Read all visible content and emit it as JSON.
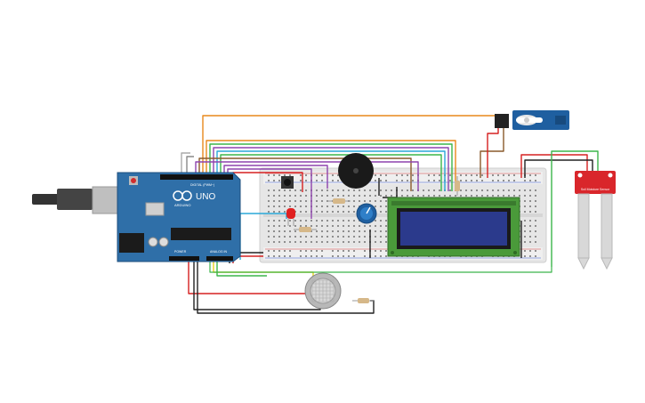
{
  "arduino": {
    "model_label": "UNO",
    "brand_label": "ARDUINO",
    "digital_label": "DIGITAL (PWM~)",
    "power_label": "POWER",
    "analog_label": "ANALOG IN"
  },
  "moisture_sensor": {
    "label": "Soil Moisture Sensor"
  },
  "colors": {
    "board_blue": "#2f6fa8",
    "breadboard": "#e9e9e9",
    "lcd_green": "#4a9a3a",
    "lcd_screen": "#2b3a8c",
    "sensor_red": "#d9262b",
    "servo_blue": "#1f5fa0",
    "wire_orange": "#e8891c",
    "wire_green": "#3bb54a",
    "wire_purple": "#8e44ad",
    "wire_red": "#d62020",
    "wire_black": "#222222",
    "wire_yellow": "#e8d21c",
    "wire_cyan": "#2aa8d8"
  }
}
